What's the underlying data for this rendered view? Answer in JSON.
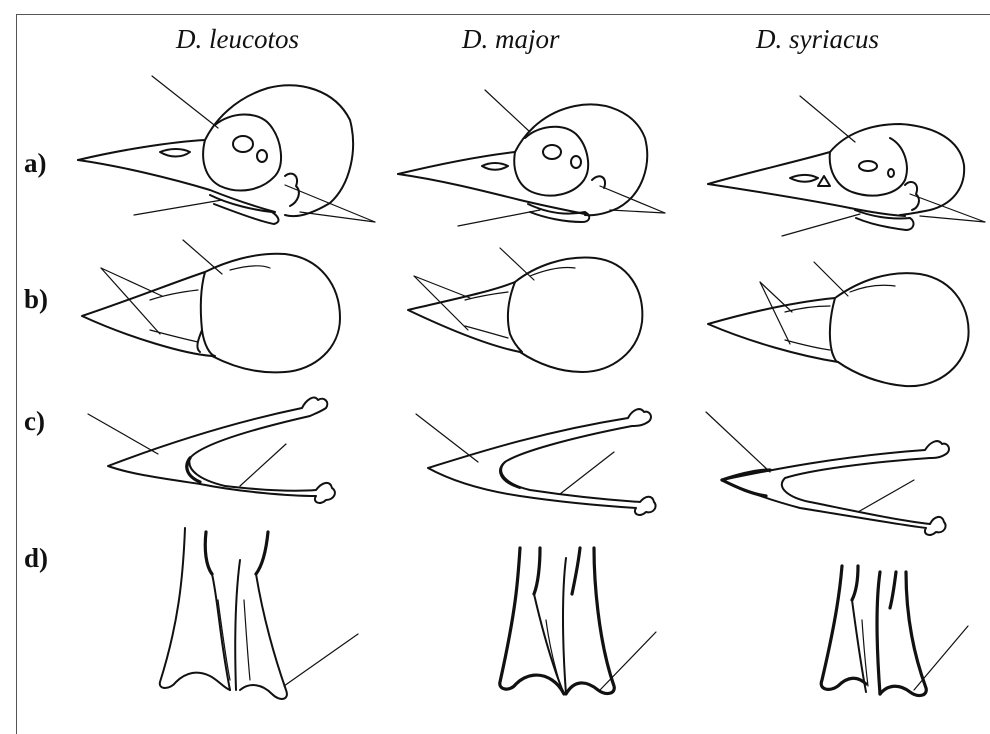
{
  "species": [
    {
      "name": "D. leucotos"
    },
    {
      "name": "D. major"
    },
    {
      "name": "D. syriacus"
    }
  ],
  "rows": [
    {
      "label": "a)"
    },
    {
      "label": "b)"
    },
    {
      "label": "c)"
    },
    {
      "label": "d)"
    }
  ]
}
